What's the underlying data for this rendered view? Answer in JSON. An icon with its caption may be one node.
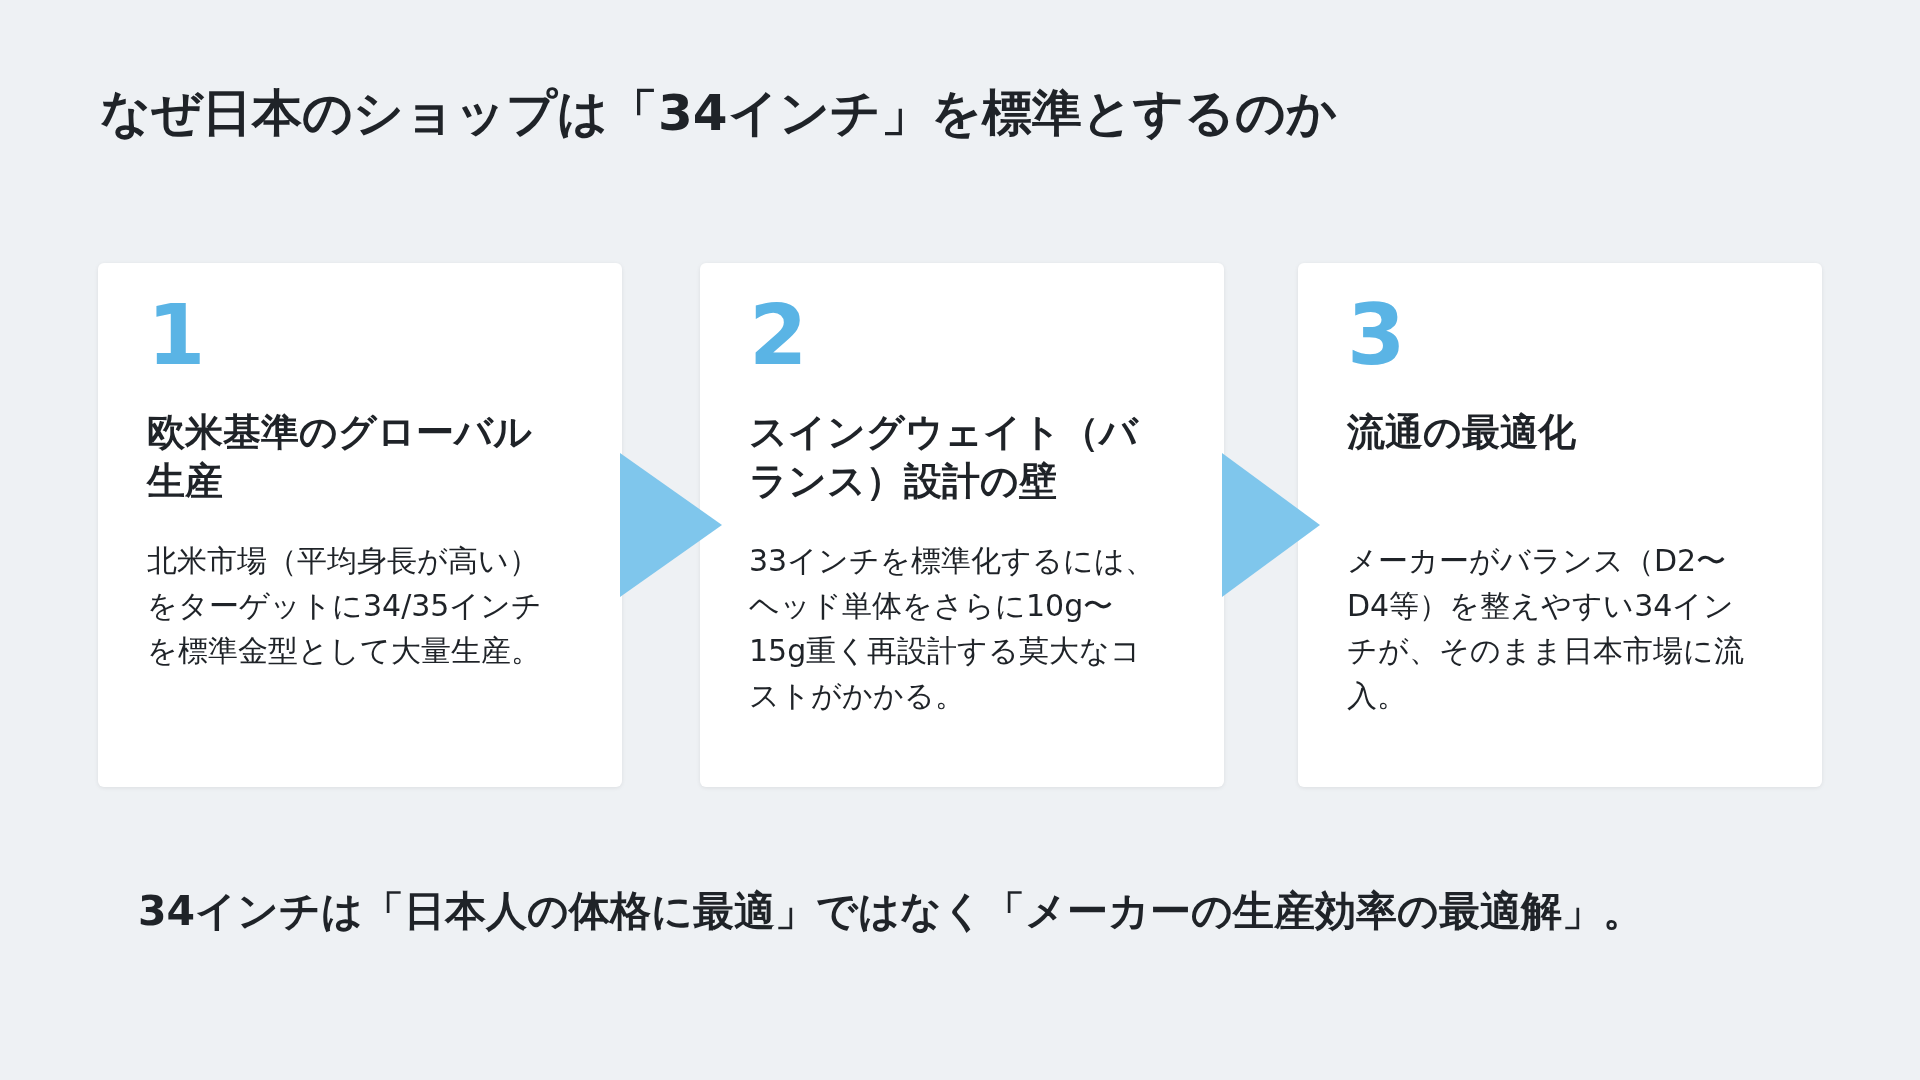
{
  "diagram": {
    "title": "なぜ日本のショップは「34インチ」を標準とするのか",
    "nodes": [
      {
        "text": [
          "1",
          "欧米基準のグローバル生産",
          "北米市場（平均身長が高い）をターゲットに34/35インチを標準金型として大量生産。"
        ]
      },
      {
        "text": [
          "2",
          "スイングウェイト（バランス）設計の壁",
          "33インチを標準化するには、ヘッド単体をさらに10g〜15g重く再設計する莫大なコストがかかる。"
        ]
      },
      {
        "text": [
          "3",
          "流通の最適化",
          "メーカーがバランス（D2〜D4等）を整えやすい34インチが、そのまま日本市場に流入。"
        ]
      }
    ],
    "edges": [
      {
        "from": 0,
        "to": 1,
        "arrow": "to"
      },
      {
        "from": 1,
        "to": 2,
        "arrow": "to"
      }
    ],
    "caption": "34インチは「日本人の体格に最適」ではなく「メーカーの生産効率の最適解」。"
  }
}
